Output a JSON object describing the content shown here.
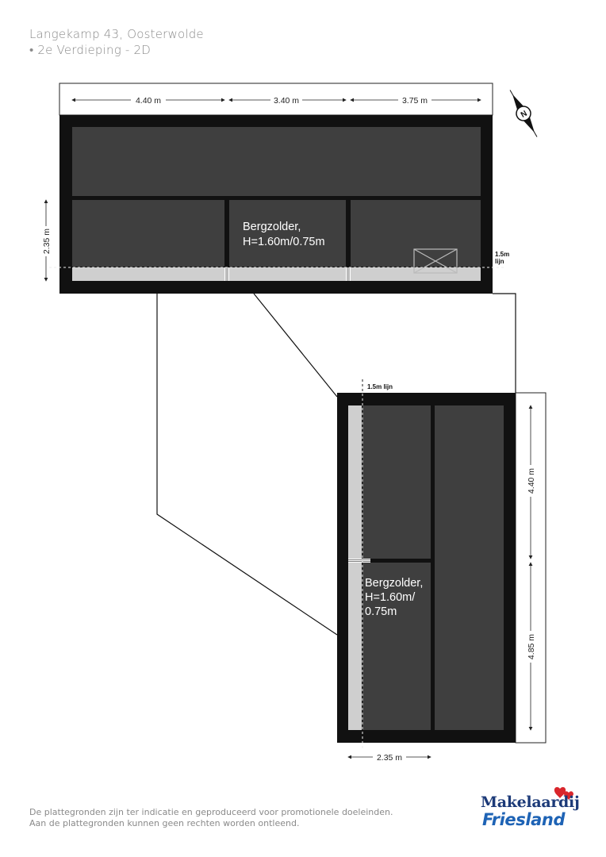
{
  "header": {
    "address": "Langekamp 43, Oosterwolde",
    "floor": "• 2e Verdieping - 2D"
  },
  "plan_top": {
    "dims_top": [
      "4.40 m",
      "3.40 m",
      "3.75 m"
    ],
    "dim_left": "2.35 m",
    "room_label_line1": "Bergzolder,",
    "room_label_line2": "H=1.60m/0.75m",
    "line_note_1": "1.5m",
    "line_note_2": "lijn"
  },
  "plan_bottom": {
    "line_note": "1.5m lijn",
    "dims_right": [
      "4.40 m",
      "4.85 m"
    ],
    "dim_bottom": "2.35 m",
    "room_label_line1": "Bergzolder,",
    "room_label_line2": "H=1.60m/",
    "room_label_line3": "0.75m"
  },
  "compass": {
    "letter": "N"
  },
  "disclaimer": {
    "line1": "De plattegronden zijn ter indicatie en geproduceerd voor promotionele doeleinden.",
    "line2": "Aan de plattegronden kunnen geen rechten worden ontleend."
  },
  "logo": {
    "line1": "Makelaardij",
    "line2": "Friesland"
  },
  "colors": {
    "wall": "#111111",
    "room": "#3f3f3f",
    "low_zone": "#cfcfcf",
    "logo_dark": "#1c3a78",
    "logo_light": "#1e63b5",
    "logo_heart": "#d9262c",
    "header_text": "#8a8a8a"
  }
}
